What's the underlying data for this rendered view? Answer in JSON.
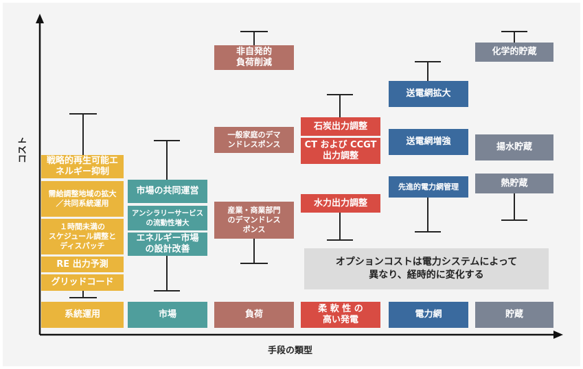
{
  "axes": {
    "x_label": "手段の類型",
    "y_label": "コスト"
  },
  "categories": [
    {
      "label": "系統運用",
      "color": "#eab53c"
    },
    {
      "label": "市場",
      "color": "#4f9e9c"
    },
    {
      "label": "負荷",
      "color": "#b37167"
    },
    {
      "label": "柔 軟 性 の\n高い発電",
      "color": "#d84c43"
    },
    {
      "label": "電力網",
      "color": "#3a6a9e"
    },
    {
      "label": "貯蔵",
      "color": "#7b8494"
    }
  ],
  "options": {
    "system_operation": [
      "戦略的再生可能エ\nネルギー抑制",
      "需給調整地域の拡大\n／共同系統運用",
      "１時間未満の\nスケジュール調整と\nディスパッチ",
      "RE 出力予測",
      "グリッドコード"
    ],
    "market": [
      "市場の共同運営",
      "アンシラリーサービス\nの流動性増大",
      "エネルギー市場\nの設計改善"
    ],
    "load": [
      "非自発的\n負荷削減",
      "一般家庭のデマ\nンドレスポンス",
      "産業・商業部門\nのデマンドレス\nポンス"
    ],
    "flexible_generation": [
      "石炭出力調整",
      "CT および CCGT\n出力調整",
      "水力出力調整"
    ],
    "grid": [
      "送電網拡大",
      "送電網増強",
      "先進的電力網管理"
    ],
    "storage": [
      "化学的貯蔵",
      "揚水貯蔵",
      "熱貯蔵"
    ]
  },
  "note": "オプションコストは電力システムによって\n異なり、経時的に変化する"
}
